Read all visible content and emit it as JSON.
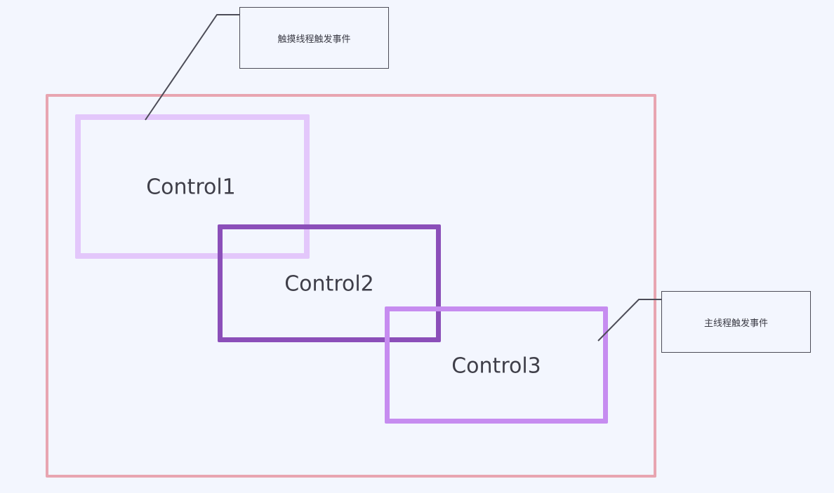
{
  "controls": [
    {
      "label": "Control1"
    },
    {
      "label": "Control2"
    },
    {
      "label": "Control3"
    }
  ],
  "callouts": [
    {
      "text": "触摸线程触发事件"
    },
    {
      "text": "主线程触发事件"
    }
  ],
  "colors": {
    "background": "#f3f6fe",
    "container_border": "#e8a5b1",
    "control1_border": "#e3c7fb",
    "control2_border": "#8b4fb9",
    "control3_border": "#c68cf0",
    "callout_line": "#4c4c57",
    "text": "#3f3f49"
  }
}
